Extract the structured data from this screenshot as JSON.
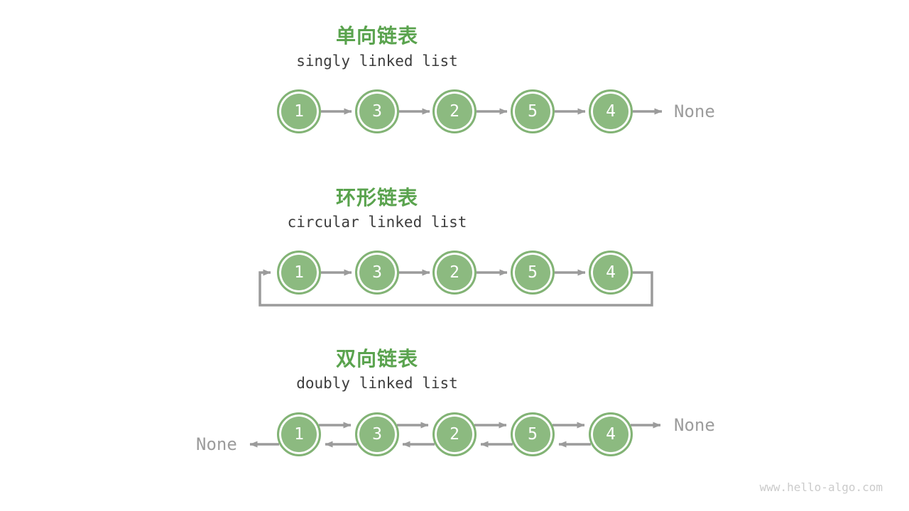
{
  "meta": {
    "watermark": "www.hello-algo.com"
  },
  "colors": {
    "title_green": "#5AA34E",
    "node_fill": "#8CBA80",
    "node_border": "#82B375",
    "node_inner_ring": "#ffffff",
    "arrow_gray": "#9B9B9B",
    "none_text_gray": "#9C9C9C",
    "subtitle_dark": "#3D3D3D",
    "watermark_gray": "#CBCBCB"
  },
  "sections": [
    {
      "title": "单向链表",
      "subtitle": "singly linked list",
      "nodes": [
        "1",
        "3",
        "2",
        "5",
        "4"
      ],
      "tail_label": "None"
    },
    {
      "title": "环形链表",
      "subtitle": "circular linked list",
      "nodes": [
        "1",
        "3",
        "2",
        "5",
        "4"
      ]
    },
    {
      "title": "双向链表",
      "subtitle": "doubly linked list",
      "nodes": [
        "1",
        "3",
        "2",
        "5",
        "4"
      ],
      "head_label": "None",
      "tail_label": "None"
    }
  ]
}
